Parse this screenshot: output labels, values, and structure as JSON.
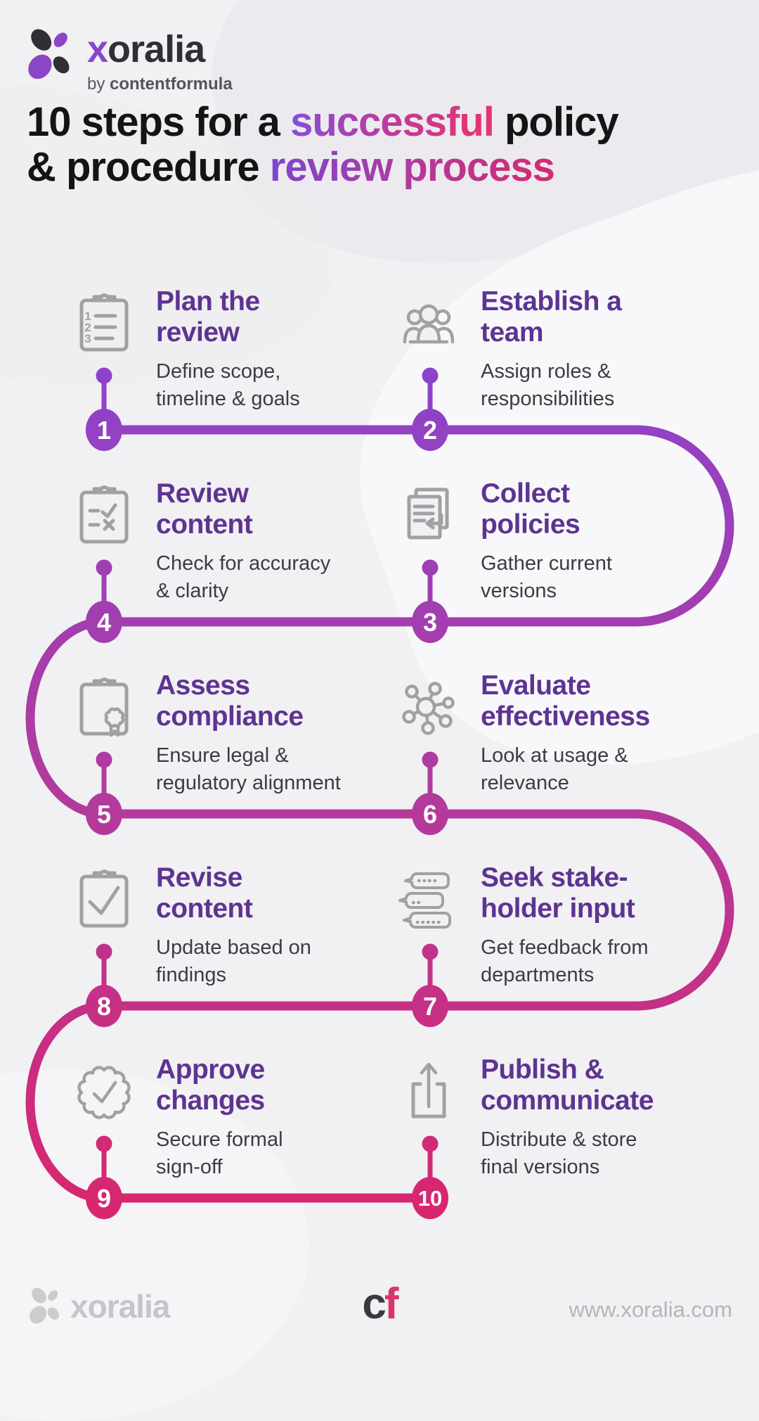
{
  "header": {
    "brand_x": "x",
    "brand_rest": "oralia",
    "byline_prefix": "by ",
    "byline_brand": "contentformula"
  },
  "title": {
    "line1_pre": "10 steps for a ",
    "line1_highlight": "successful",
    "line1_post": " policy",
    "line2_pre": "& procedure ",
    "line2_highlight": "review process"
  },
  "colors": {
    "path_gradient_top": "#8d43c9",
    "path_gradient_mid": "#b23a9c",
    "path_gradient_bottom": "#d9266e",
    "step_title": "#5e3391",
    "description": "#3c3c42",
    "icon_gray": "#a1a1a4",
    "background": "#f1f0f3"
  },
  "steps": [
    {
      "number": "1",
      "title": "Plan the\nreview",
      "description": "Define scope,\ntimeline & goals",
      "icon": "clipboard-numbered-list-icon"
    },
    {
      "number": "2",
      "title": "Establish a\nteam",
      "description": "Assign roles &\nresponsibilities",
      "icon": "team-people-icon"
    },
    {
      "number": "3",
      "title": "Collect\npolicies",
      "description": "Gather current\nversions",
      "icon": "documents-return-arrow-icon"
    },
    {
      "number": "4",
      "title": "Review\ncontent",
      "description": "Check for accuracy\n& clarity",
      "icon": "clipboard-check-cross-icon"
    },
    {
      "number": "5",
      "title": "Assess\ncompliance",
      "description": "Ensure legal &\nregulatory alignment",
      "icon": "clipboard-seal-icon"
    },
    {
      "number": "6",
      "title": "Evaluate\neffectiveness",
      "description": "Look at usage &\nrelevance",
      "icon": "network-hub-icon"
    },
    {
      "number": "7",
      "title": "Seek stake-\nholder input",
      "description": "Get feedback from\ndepartments",
      "icon": "chat-bubbles-icon"
    },
    {
      "number": "8",
      "title": "Revise\ncontent",
      "description": "Update based on\nfindings",
      "icon": "clipboard-checkmark-icon"
    },
    {
      "number": "9",
      "title": "Approve\nchanges",
      "description": "Secure formal\nsign-off",
      "icon": "approval-badge-icon"
    },
    {
      "number": "10",
      "title": "Publish &\ncommunicate",
      "description": "Distribute & store\nfinal versions",
      "icon": "publish-share-box-icon"
    }
  ],
  "footer": {
    "brand": "xoralia",
    "cf_c": "c",
    "cf_f": "f",
    "website": "www.xoralia.com"
  }
}
